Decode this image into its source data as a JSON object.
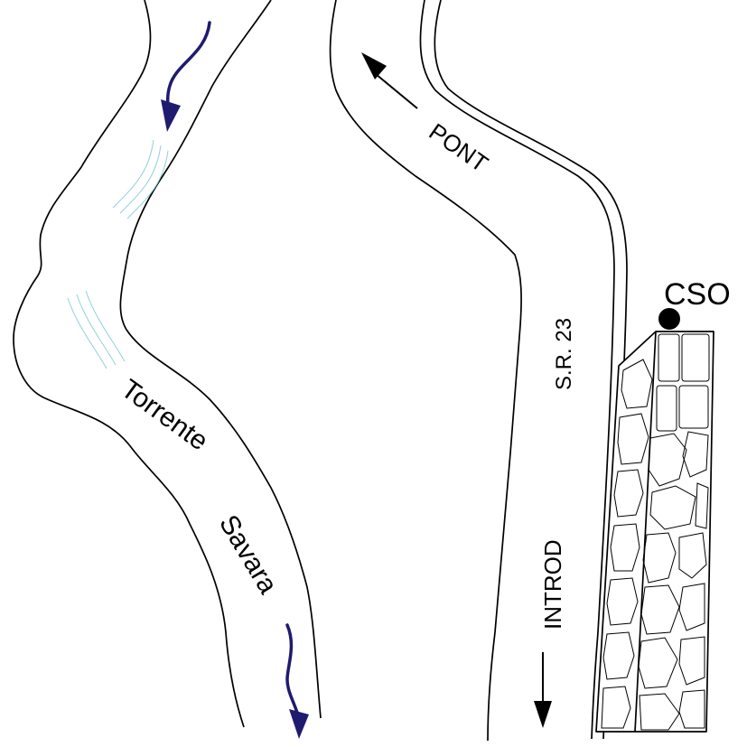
{
  "map": {
    "river_name_word1": "Torrente",
    "river_name_word2": "Savara",
    "road_label": "S.R. 23",
    "direction_up_label": "PONT",
    "direction_down_label": "INTROD",
    "station_label": "CSO"
  },
  "colors": {
    "outline": "#000000",
    "flow_arrow": "#1f1b6e",
    "water_ripple": "#8fd0dc",
    "background": "#ffffff"
  }
}
